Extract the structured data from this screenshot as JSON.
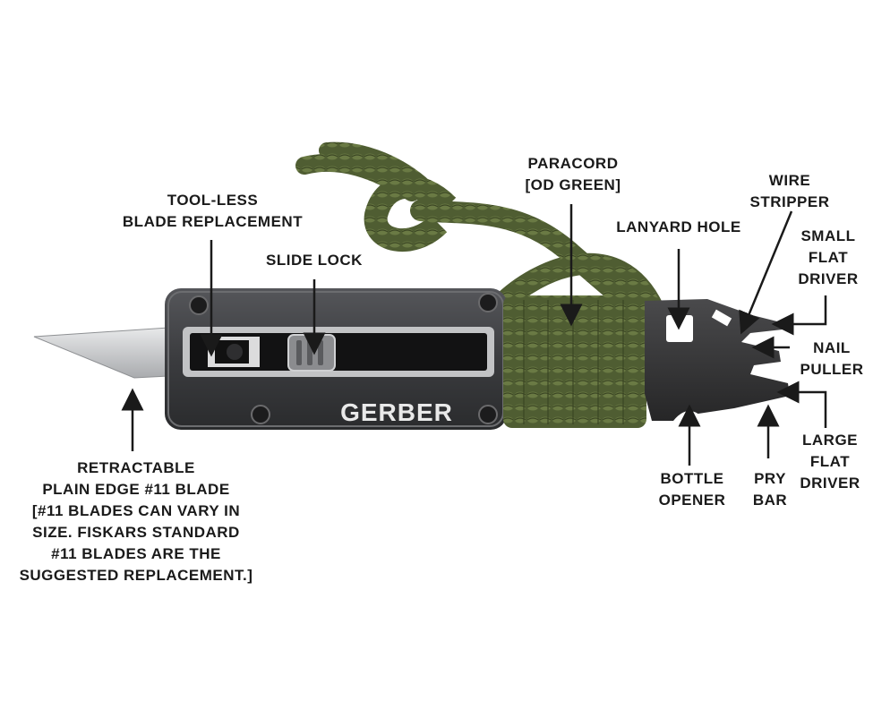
{
  "colors": {
    "ink": "#1a1a1a",
    "handle": "#3a3a3c",
    "paracord": "#5c6b3a",
    "blade": "#c9cacc",
    "text_logo": "#e9e9e9"
  },
  "brand": "GERBER",
  "labels": {
    "tool_less": [
      "TOOL-LESS",
      "BLADE REPLACEMENT"
    ],
    "slide_lock": [
      "SLIDE LOCK"
    ],
    "paracord": [
      "PARACORD",
      "[OD GREEN]"
    ],
    "lanyard_hole": [
      "LANYARD HOLE"
    ],
    "wire_stripper": [
      "WIRE",
      "STRIPPER"
    ],
    "small_flat_driver": [
      "SMALL",
      "FLAT",
      "DRIVER"
    ],
    "nail_puller": [
      "NAIL",
      "PULLER"
    ],
    "large_flat_driver": [
      "LARGE",
      "FLAT",
      "DRIVER"
    ],
    "bottle_opener": [
      "BOTTLE",
      "OPENER"
    ],
    "pry_bar": [
      "PRY",
      "BAR"
    ],
    "blade": [
      "RETRACTABLE",
      "PLAIN EDGE #11 BLADE",
      "[#11 BLADES CAN VARY IN",
      "SIZE. FISKARS STANDARD",
      "#11 BLADES ARE THE",
      "SUGGESTED REPLACEMENT.]"
    ]
  }
}
